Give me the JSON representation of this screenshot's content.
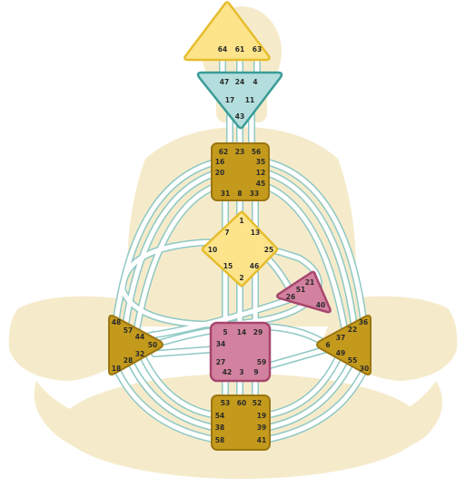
{
  "colors": {
    "silhouette": "#f5ebcb",
    "channel_fill": "#ffffff",
    "channel_stroke": "#8fc8c4",
    "defined_yellow": "#fde48b",
    "yellow_stroke": "#e6bd2d",
    "teal_fill": "#b3dedd",
    "teal_stroke": "#3a9c97",
    "gold_fill": "#c49a1c",
    "gold_stroke": "#9a7612",
    "pink_fill": "#d2819e",
    "pink_stroke": "#a7466d"
  },
  "centers": {
    "head": {
      "shape": "triangle-up",
      "color": "yellow",
      "gates": [
        "64",
        "61",
        "63"
      ]
    },
    "ajna": {
      "shape": "triangle-down",
      "color": "teal",
      "gates": [
        "47",
        "24",
        "4",
        "17",
        "11",
        "43"
      ]
    },
    "throat": {
      "shape": "square",
      "color": "gold",
      "gates": [
        "62",
        "23",
        "56",
        "16",
        "35",
        "20",
        "12",
        "45",
        "31",
        "8",
        "33"
      ]
    },
    "g": {
      "shape": "diamond",
      "color": "yellow",
      "gates": [
        "1",
        "7",
        "13",
        "10",
        "25",
        "15",
        "46",
        "2"
      ]
    },
    "ego": {
      "shape": "triangle",
      "color": "pink",
      "gates": [
        "21",
        "51",
        "26",
        "40"
      ]
    },
    "spleen": {
      "shape": "triangle-right",
      "color": "gold",
      "gates": [
        "48",
        "57",
        "44",
        "50",
        "32",
        "28",
        "18"
      ]
    },
    "sacral": {
      "shape": "square",
      "color": "pink",
      "gates": [
        "5",
        "14",
        "29",
        "34",
        "27",
        "59",
        "42",
        "3",
        "9"
      ]
    },
    "solar_plexus": {
      "shape": "triangle-left",
      "color": "gold",
      "gates": [
        "36",
        "22",
        "37",
        "6",
        "49",
        "55",
        "30"
      ]
    },
    "root": {
      "shape": "square",
      "color": "gold",
      "gates": [
        "53",
        "60",
        "52",
        "54",
        "19",
        "38",
        "39",
        "58",
        "41"
      ]
    }
  }
}
